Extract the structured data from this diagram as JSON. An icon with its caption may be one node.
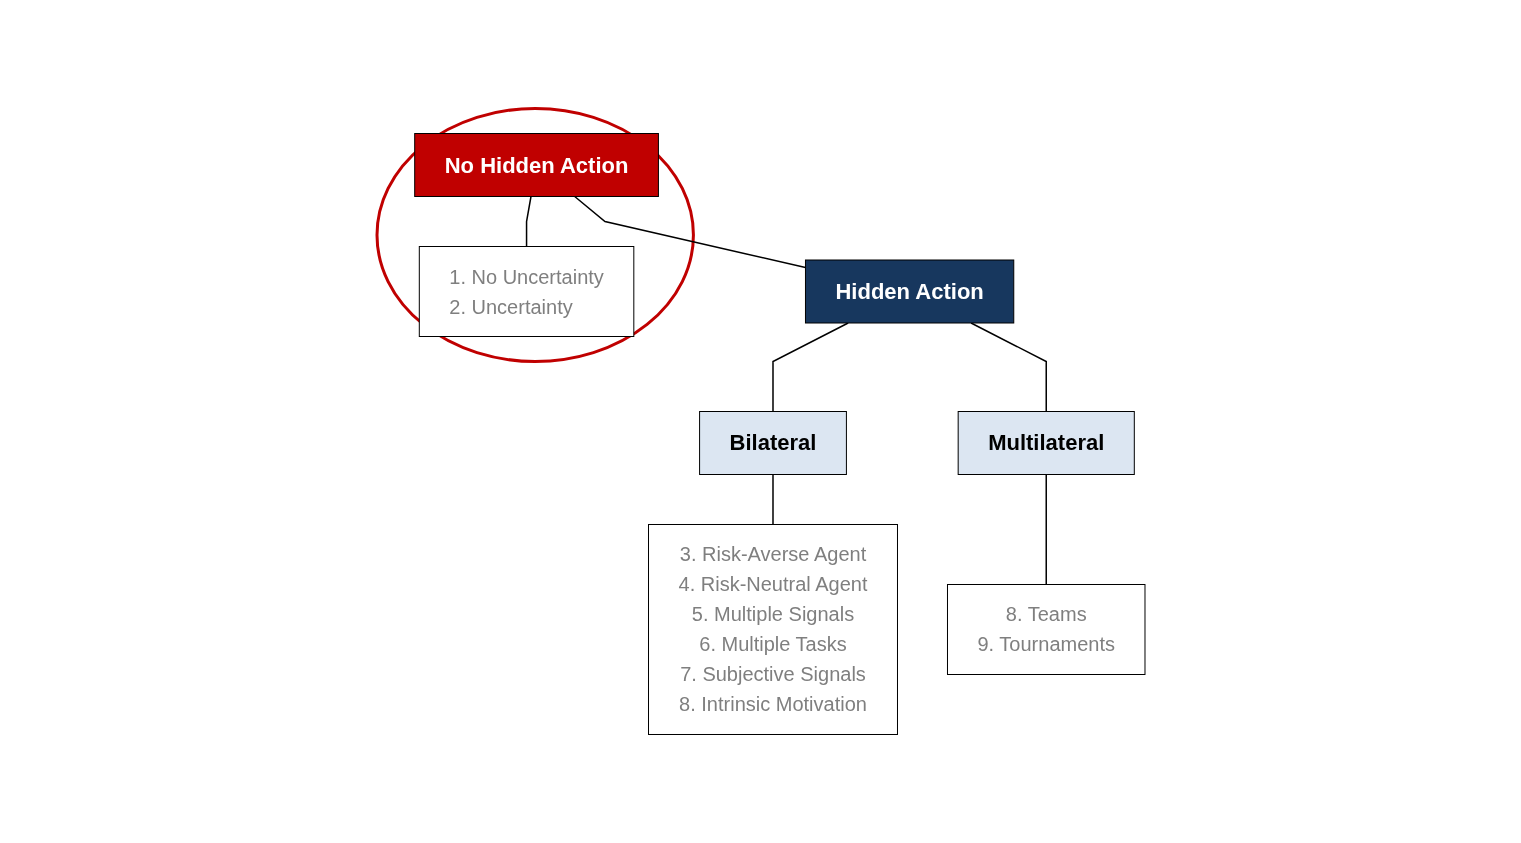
{
  "diagram": {
    "nodes": [
      {
        "text": [],
        "shape": "ellipse"
      },
      {
        "text": [
          "No Hidden Action"
        ],
        "in": 0
      },
      {
        "text": [
          "1. No Uncertainty",
          "2. Uncertainty"
        ],
        "in": 0
      },
      {
        "text": [
          "Hidden Action"
        ]
      },
      {
        "text": [
          "Bilateral"
        ]
      },
      {
        "text": [
          "Multilateral"
        ]
      },
      {
        "text": [
          "3. Risk-Averse Agent",
          "4. Risk-Neutral Agent",
          "5. Multiple Signals",
          "6. Multiple Tasks",
          "7. Subjective Signals",
          "8. Intrinsic Motivation"
        ]
      },
      {
        "text": [
          "8. Teams",
          "9. Tournaments"
        ]
      }
    ],
    "edges": [
      {
        "from": 1,
        "to": 3,
        "arrow": "none"
      },
      {
        "from": 1,
        "to": 2,
        "arrow": "none"
      },
      {
        "from": 3,
        "to": 4,
        "arrow": "none"
      },
      {
        "from": 3,
        "to": 5,
        "arrow": "none"
      },
      {
        "from": 4,
        "to": 6,
        "arrow": "none"
      },
      {
        "from": 5,
        "to": 7,
        "arrow": "none"
      }
    ]
  }
}
